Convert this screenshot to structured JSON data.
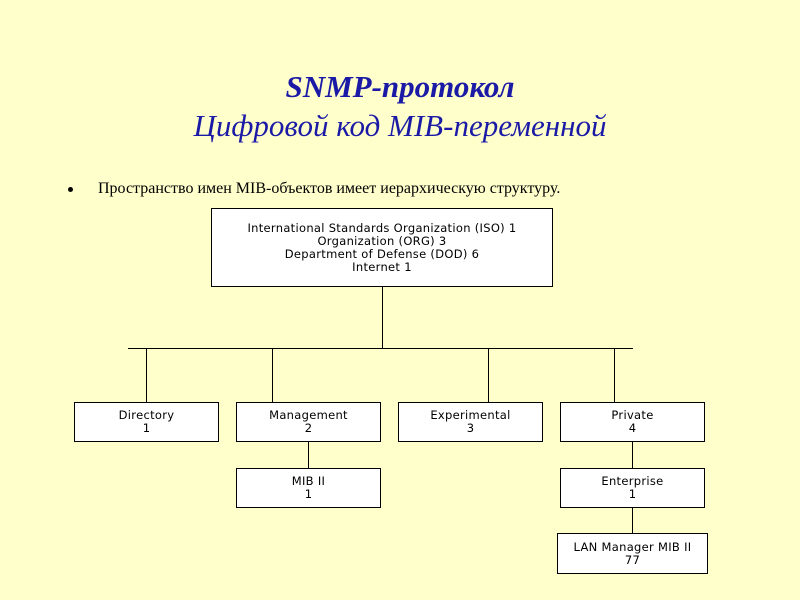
{
  "title": {
    "line1": "SNMP-протокол",
    "line2": "Цифровой код MIB-переменной"
  },
  "bullet": {
    "text": "Пространство имен MIB-объектов имеет иерархическую структуру."
  },
  "nodes": {
    "root": {
      "lines": [
        "International Standards Organization (ISO) 1",
        "Organization (ORG) 3",
        "Department of Defense (DOD) 6",
        "Internet 1"
      ]
    },
    "directory": {
      "name": "Directory",
      "code": "1"
    },
    "management": {
      "name": "Management",
      "code": "2"
    },
    "experimental": {
      "name": "Experimental",
      "code": "3"
    },
    "private": {
      "name": "Private",
      "code": "4"
    },
    "mib2": {
      "name": "MIB II",
      "code": "1"
    },
    "enterprise": {
      "name": "Enterprise",
      "code": "1"
    },
    "lanmanager": {
      "name": "LAN Manager MIB II",
      "code": "77"
    }
  }
}
